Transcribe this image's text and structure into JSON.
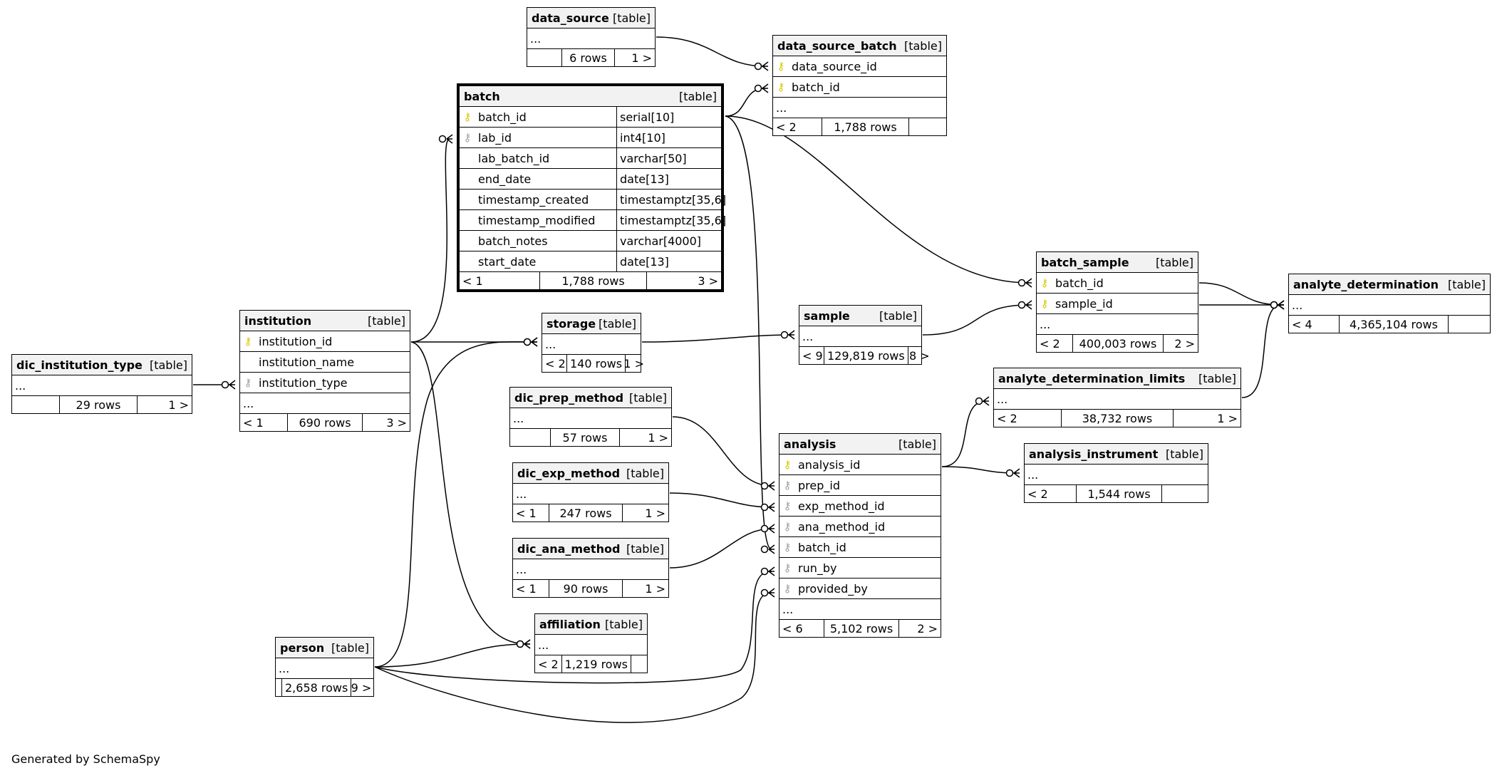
{
  "footer": "Generated by SchemaSpy",
  "tables": {
    "data_source": {
      "name": "data_source",
      "kind": "[table]",
      "ellipsis": "...",
      "foot_left": "",
      "foot_rows": "6 rows",
      "foot_right": "1 >"
    },
    "data_source_batch": {
      "name": "data_source_batch",
      "kind": "[table]",
      "columns": [
        {
          "name": "data_source_id",
          "key": "pk"
        },
        {
          "name": "batch_id",
          "key": "pk"
        }
      ],
      "ellipsis": "...",
      "foot_left": "< 2",
      "foot_rows": "1,788 rows",
      "foot_right": ""
    },
    "batch": {
      "name": "batch",
      "kind": "[table]",
      "columns": [
        {
          "name": "batch_id",
          "type": "serial[10]",
          "key": "pk"
        },
        {
          "name": "lab_id",
          "type": "int4[10]",
          "key": "fk"
        },
        {
          "name": "lab_batch_id",
          "type": "varchar[50]",
          "key": ""
        },
        {
          "name": "end_date",
          "type": "date[13]",
          "key": ""
        },
        {
          "name": "timestamp_created",
          "type": "timestamptz[35,6]",
          "key": ""
        },
        {
          "name": "timestamp_modified",
          "type": "timestamptz[35,6]",
          "key": ""
        },
        {
          "name": "batch_notes",
          "type": "varchar[4000]",
          "key": ""
        },
        {
          "name": "start_date",
          "type": "date[13]",
          "key": ""
        }
      ],
      "foot_left": "< 1",
      "foot_rows": "1,788 rows",
      "foot_right": "3 >"
    },
    "dic_institution_type": {
      "name": "dic_institution_type",
      "kind": "[table]",
      "ellipsis": "...",
      "foot_left": "",
      "foot_rows": "29 rows",
      "foot_right": "1 >"
    },
    "institution": {
      "name": "institution",
      "kind": "[table]",
      "columns": [
        {
          "name": "institution_id",
          "key": "pk"
        },
        {
          "name": "institution_name",
          "key": ""
        },
        {
          "name": "institution_type",
          "key": "fk"
        }
      ],
      "ellipsis": "...",
      "foot_left": "< 1",
      "foot_rows": "690 rows",
      "foot_right": "3 >"
    },
    "storage": {
      "name": "storage",
      "kind": "[table]",
      "ellipsis": "...",
      "foot_left": "< 2",
      "foot_rows": "140 rows",
      "foot_right": "1 >"
    },
    "sample": {
      "name": "sample",
      "kind": "[table]",
      "ellipsis": "...",
      "foot_left": "< 9",
      "foot_rows": "129,819 rows",
      "foot_right": "8 >"
    },
    "batch_sample": {
      "name": "batch_sample",
      "kind": "[table]",
      "columns": [
        {
          "name": "batch_id",
          "key": "pk"
        },
        {
          "name": "sample_id",
          "key": "pk"
        }
      ],
      "ellipsis": "...",
      "foot_left": "< 2",
      "foot_rows": "400,003 rows",
      "foot_right": "2 >"
    },
    "analyte_determination": {
      "name": "analyte_determination",
      "kind": "[table]",
      "ellipsis": "...",
      "foot_left": "< 4",
      "foot_rows": "4,365,104 rows",
      "foot_right": ""
    },
    "analyte_determination_limits": {
      "name": "analyte_determination_limits",
      "kind": "[table]",
      "ellipsis": "...",
      "foot_left": "< 2",
      "foot_rows": "38,732 rows",
      "foot_right": "1 >"
    },
    "analysis_instrument": {
      "name": "analysis_instrument",
      "kind": "[table]",
      "ellipsis": "...",
      "foot_left": "< 2",
      "foot_rows": "1,544 rows",
      "foot_right": ""
    },
    "dic_prep_method": {
      "name": "dic_prep_method",
      "kind": "[table]",
      "ellipsis": "...",
      "foot_left": "",
      "foot_rows": "57 rows",
      "foot_right": "1 >"
    },
    "dic_exp_method": {
      "name": "dic_exp_method",
      "kind": "[table]",
      "ellipsis": "...",
      "foot_left": "< 1",
      "foot_rows": "247 rows",
      "foot_right": "1 >"
    },
    "dic_ana_method": {
      "name": "dic_ana_method",
      "kind": "[table]",
      "ellipsis": "...",
      "foot_left": "< 1",
      "foot_rows": "90 rows",
      "foot_right": "1 >"
    },
    "analysis": {
      "name": "analysis",
      "kind": "[table]",
      "columns": [
        {
          "name": "analysis_id",
          "key": "pk"
        },
        {
          "name": "prep_id",
          "key": "fk"
        },
        {
          "name": "exp_method_id",
          "key": "fk"
        },
        {
          "name": "ana_method_id",
          "key": "fk"
        },
        {
          "name": "batch_id",
          "key": "fk"
        },
        {
          "name": "run_by",
          "key": "fk"
        },
        {
          "name": "provided_by",
          "key": "fk"
        }
      ],
      "ellipsis": "...",
      "foot_left": "< 6",
      "foot_rows": "5,102 rows",
      "foot_right": "2 >"
    },
    "affiliation": {
      "name": "affiliation",
      "kind": "[table]",
      "ellipsis": "...",
      "foot_left": "< 2",
      "foot_rows": "1,219 rows",
      "foot_right": ""
    },
    "person": {
      "name": "person",
      "kind": "[table]",
      "ellipsis": "...",
      "foot_left": "",
      "foot_rows": "2,658 rows",
      "foot_right": "9 >"
    }
  },
  "relationships": [
    {
      "parent": "data_source",
      "child": "data_source_batch",
      "child_column": "data_source_id"
    },
    {
      "parent": "batch",
      "child": "data_source_batch",
      "child_column": "batch_id"
    },
    {
      "parent": "batch",
      "child": "batch_sample",
      "child_column": "batch_id"
    },
    {
      "parent": "batch",
      "child": "analysis",
      "child_column": "batch_id"
    },
    {
      "parent": "institution",
      "child": "batch",
      "child_column": "lab_id"
    },
    {
      "parent": "dic_institution_type",
      "child": "institution",
      "child_column": "institution_type"
    },
    {
      "parent": "institution",
      "child": "storage",
      "child_column": "..."
    },
    {
      "parent": "institution",
      "child": "affiliation",
      "child_column": "..."
    },
    {
      "parent": "storage",
      "child": "sample",
      "child_column": "..."
    },
    {
      "parent": "sample",
      "child": "batch_sample",
      "child_column": "sample_id"
    },
    {
      "parent": "batch_sample",
      "child": "analyte_determination",
      "child_column": "..."
    },
    {
      "parent": "analyte_determination_limits",
      "child": "analyte_determination",
      "child_column": "..."
    },
    {
      "parent": "analysis",
      "child": "analyte_determination_limits",
      "child_column": "..."
    },
    {
      "parent": "analysis",
      "child": "analysis_instrument",
      "child_column": "..."
    },
    {
      "parent": "dic_prep_method",
      "child": "analysis",
      "child_column": "prep_id"
    },
    {
      "parent": "dic_exp_method",
      "child": "analysis",
      "child_column": "exp_method_id"
    },
    {
      "parent": "dic_ana_method",
      "child": "analysis",
      "child_column": "ana_method_id"
    },
    {
      "parent": "person",
      "child": "storage",
      "child_column": "..."
    },
    {
      "parent": "person",
      "child": "affiliation",
      "child_column": "..."
    },
    {
      "parent": "person",
      "child": "analysis",
      "child_column": "run_by"
    },
    {
      "parent": "person",
      "child": "analysis",
      "child_column": "provided_by"
    }
  ]
}
